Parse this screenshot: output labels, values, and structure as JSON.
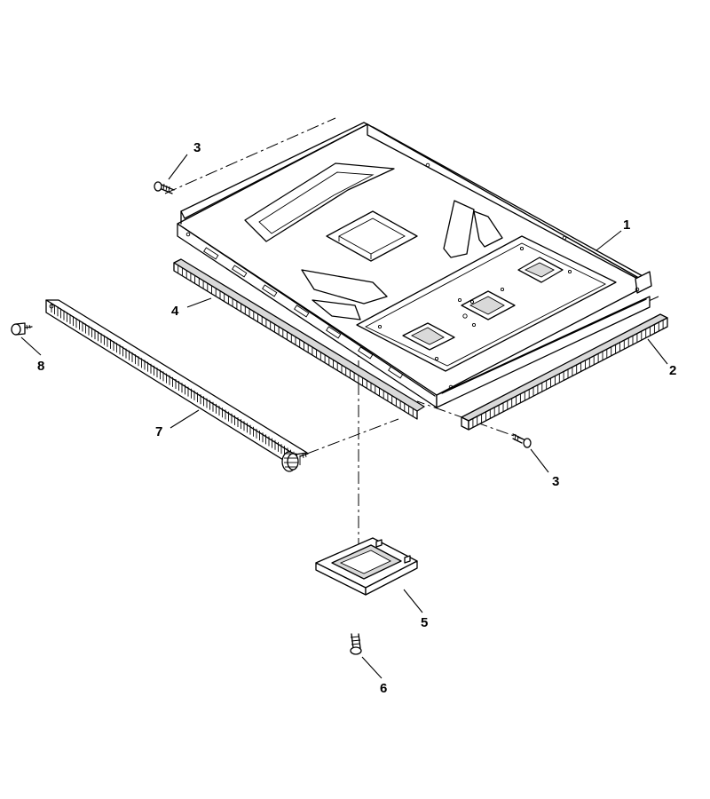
{
  "callouts": {
    "part_1": "1",
    "part_2": "2",
    "part_3_upper": "3",
    "part_3_lower": "3",
    "part_4": "4",
    "part_5": "5",
    "part_6": "6",
    "part_7": "7",
    "part_8": "8"
  }
}
